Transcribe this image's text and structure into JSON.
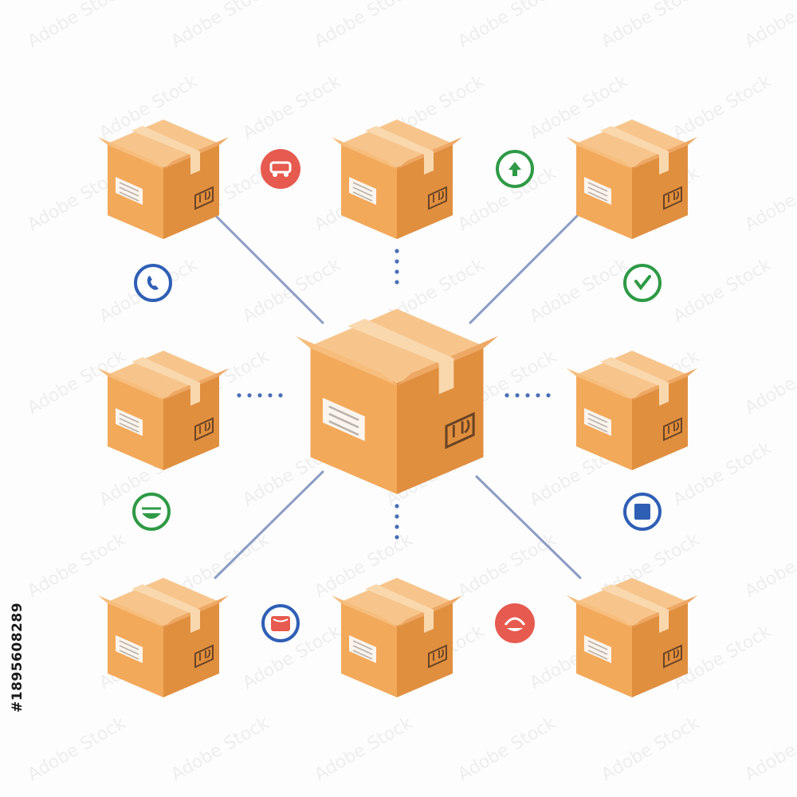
{
  "watermark": {
    "stock_id": "#1895608289",
    "brand": "Adobe Stock"
  },
  "colors": {
    "box_front": "#f3a95a",
    "box_side": "#e08f3f",
    "box_top": "#f7c58c",
    "tape": "#f9d8ae",
    "label": "#fbf5ee",
    "connector": "#8c9cc4",
    "dot": "#4a6fb5",
    "red": "#e65a4f",
    "green": "#2e9a45",
    "blue": "#2f5fb5"
  },
  "icons": [
    {
      "name": "truck-icon",
      "style": "red-filled"
    },
    {
      "name": "upload-arrow-icon",
      "style": "green-outline"
    },
    {
      "name": "phone-icon",
      "style": "blue-outline"
    },
    {
      "name": "check-icon",
      "style": "green-outline"
    },
    {
      "name": "smile-icon",
      "style": "green-outline"
    },
    {
      "name": "square-stop-icon",
      "style": "blue-outline"
    },
    {
      "name": "package-icon",
      "style": "blue-outline"
    },
    {
      "name": "wave-icon",
      "style": "red-filled"
    }
  ]
}
